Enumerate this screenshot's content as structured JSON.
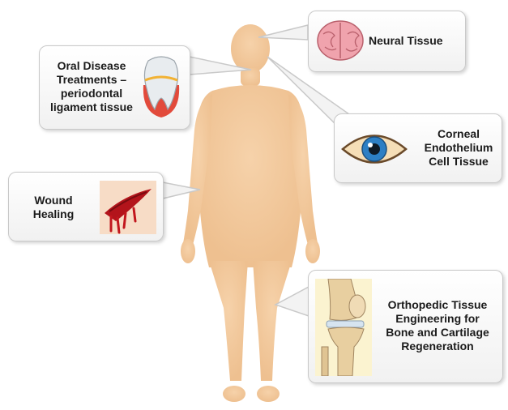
{
  "callouts": {
    "neural": {
      "label": "Neural Tissue",
      "icon": "brain-icon"
    },
    "oral": {
      "label": "Oral Disease\nTreatments –\nperiodontal\nligament tissue",
      "icon": "tooth-icon"
    },
    "corneal": {
      "label": "Corneal\nEndothelium\nCell Tissue",
      "icon": "eye-icon"
    },
    "wound": {
      "label": "Wound\nHealing",
      "icon": "wound-icon"
    },
    "ortho": {
      "label": "Orthopedic Tissue\nEngineering for\nBone and Cartilage\nRegeneration",
      "icon": "knee-joint-icon"
    }
  },
  "colors": {
    "body_silhouette": "#f4c99a",
    "callout_border": "#c9c9c9",
    "text": "#1b1b1b"
  }
}
